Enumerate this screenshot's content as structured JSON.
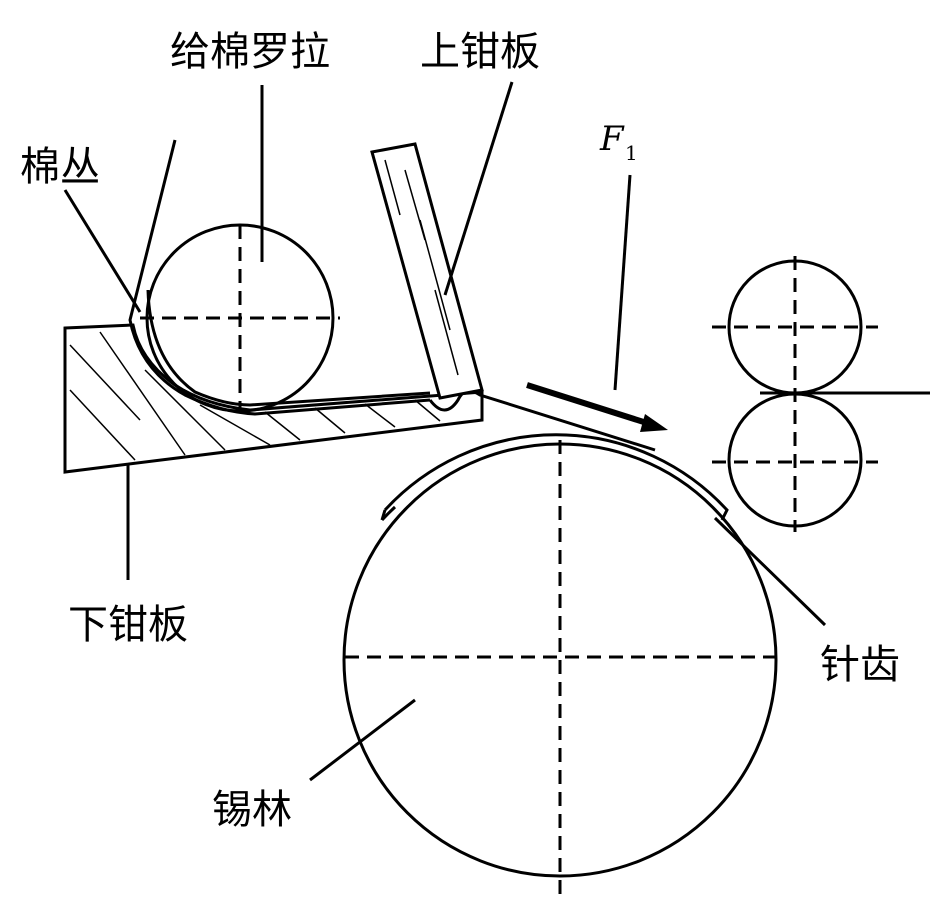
{
  "labels": {
    "feed_roller": "给棉罗拉",
    "top_nipper": "上钳板",
    "fiber_tuft": "棉丛",
    "force": "F",
    "force_subscript": "1",
    "bottom_nipper": "下钳板",
    "needle_teeth": "针齿",
    "cylinder": "锡林"
  }
}
